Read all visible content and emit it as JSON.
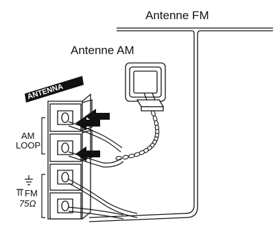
{
  "labels": {
    "antenna_fm": "Antenne FM",
    "antenna_am": "Antenne AM",
    "panel_title": "ANTENNA",
    "am_loop_line1": "AM",
    "am_loop_line2": "LOOP",
    "fm_line1": "FM",
    "fm_line2": "75Ω"
  }
}
